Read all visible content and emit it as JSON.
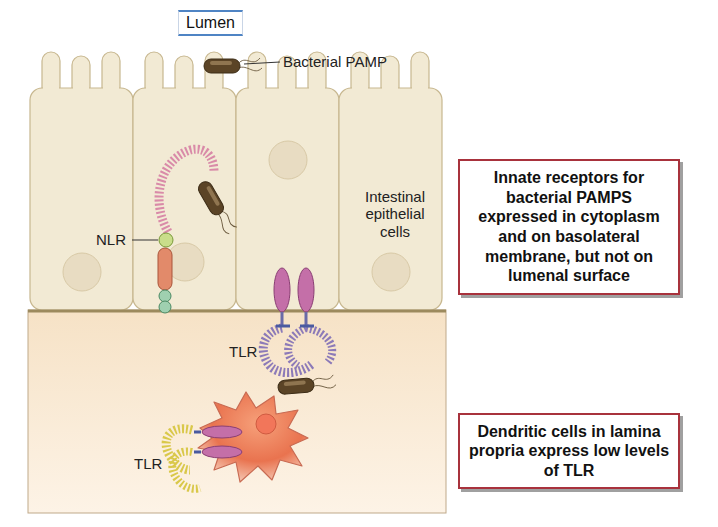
{
  "diagram": {
    "nodes": [
      {
        "text": [
          "Lumen"
        ]
      },
      {
        "text": [
          "Innate receptors for bacterial PAMPS expressed in cytoplasm and on basolateral membrane, but not on lumenal surface"
        ]
      },
      {
        "text": [
          "Dendritic cells in lamina propria express low levels of TLR"
        ]
      }
    ],
    "edges": [],
    "labels": [
      "Bacterial PAMP",
      "NLR",
      "Intestinal epithelial cells",
      "TLR",
      "TLR"
    ]
  }
}
